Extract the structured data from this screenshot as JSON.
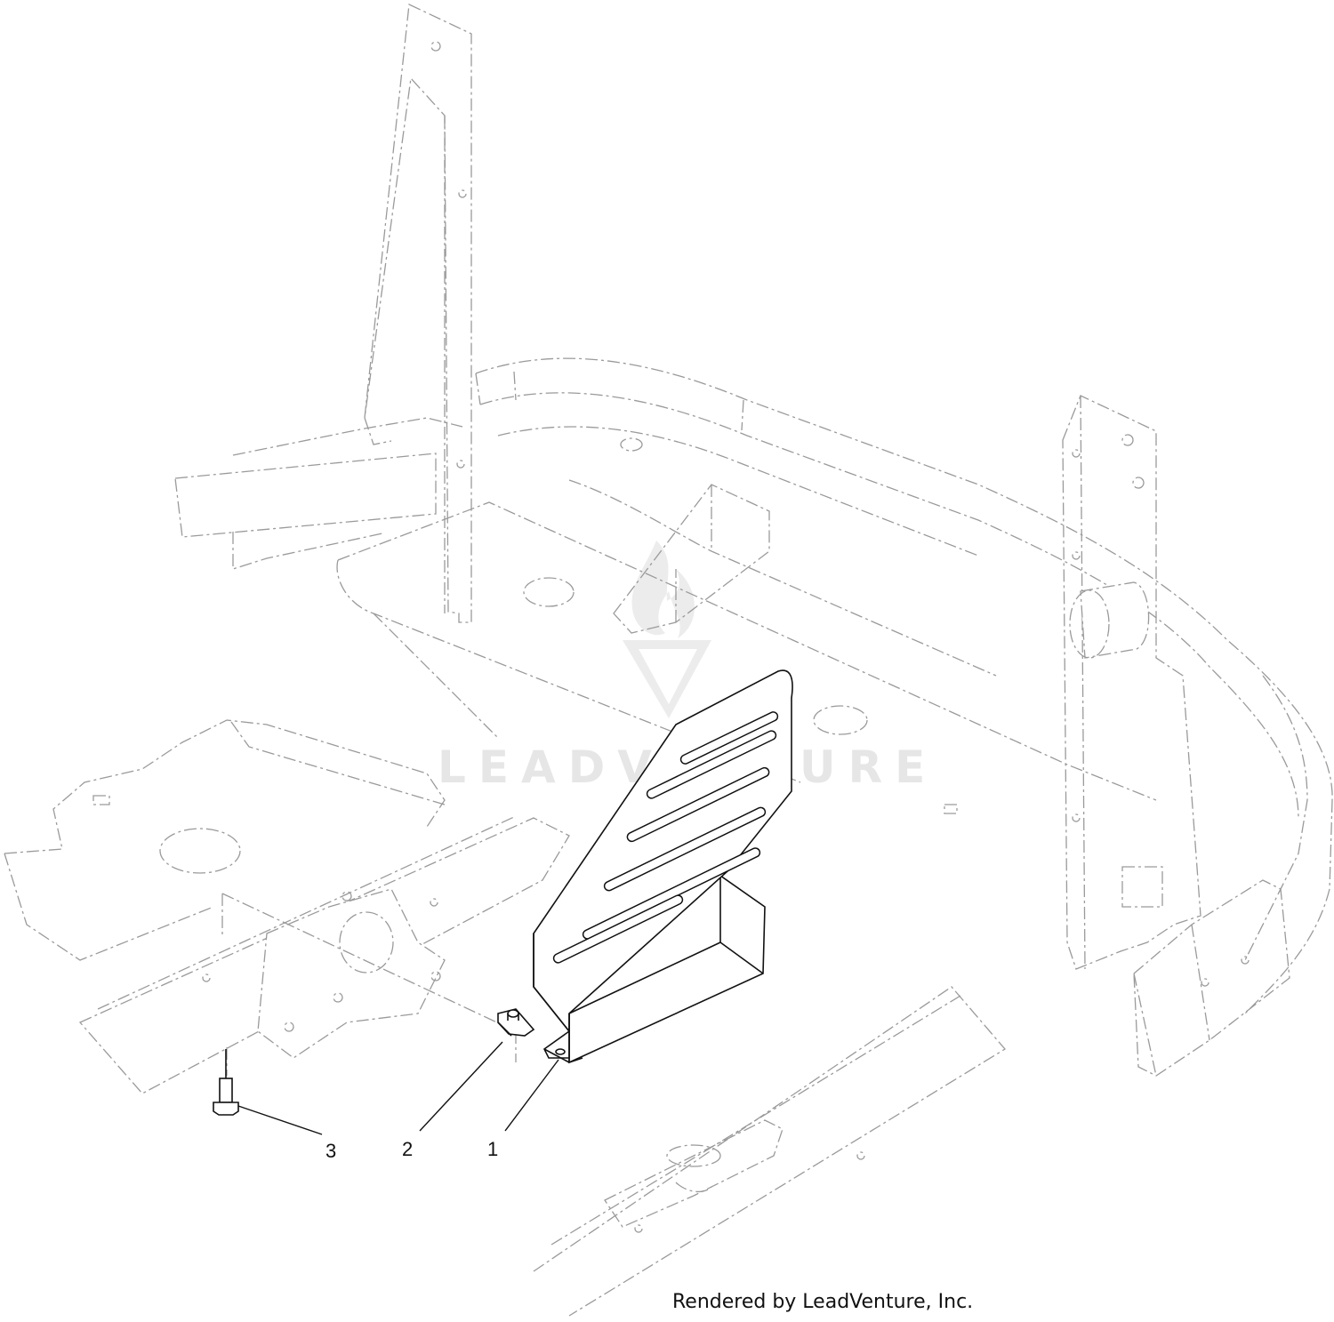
{
  "diagram": {
    "callouts": [
      {
        "id": "1",
        "label": "1"
      },
      {
        "id": "2",
        "label": "2"
      },
      {
        "id": "3",
        "label": "3"
      }
    ],
    "watermark": "LEADVENTURE",
    "credit": "Rendered by LeadVenture, Inc."
  }
}
